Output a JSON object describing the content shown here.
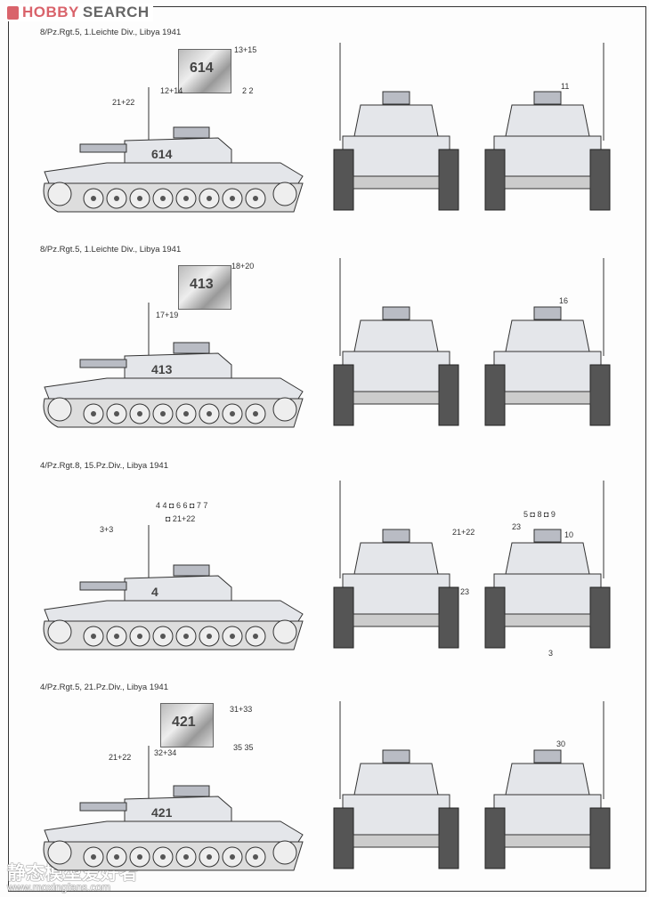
{
  "logo": {
    "hobby": "HOBBY",
    "search": "SEARCH"
  },
  "rows": [
    {
      "title": "8/Pz.Rgt.5, 1.Leichte Div., Libya 1941",
      "turret_number": "614",
      "callouts": [
        "13+15",
        "12+14",
        "21+22",
        "2 2",
        "11"
      ]
    },
    {
      "title": "8/Pz.Rgt.5, 1.Leichte Div., Libya 1941",
      "turret_number": "413",
      "callouts": [
        "18+20",
        "17+19",
        "16"
      ]
    },
    {
      "title": "4/Pz.Rgt.8, 15.Pz.Div., Libya 1941",
      "turret_number": "4",
      "callouts": [
        "3+3",
        "4  4 ◘ 6  6 ◘ 7  7",
        "◘ 21+22",
        "21+22",
        "23",
        "5 ◘ 8 ◘ 9",
        "23",
        "10",
        "3"
      ]
    },
    {
      "title": "4/Pz.Rgt.5, 21.Pz.Div., Libya 1941",
      "turret_number": "421",
      "callouts": [
        "31+33",
        "21+22",
        "32+34",
        "35  35",
        "30"
      ]
    }
  ],
  "watermark": {
    "cn": "静态模型爱好者",
    "url": "www.moxingfans.com"
  },
  "colors": {
    "logo_red": "#d9636b",
    "camo_light": "#e4e6ea",
    "camo_dark": "#b9bcc4",
    "blue_decal": "#3b8fd8"
  }
}
